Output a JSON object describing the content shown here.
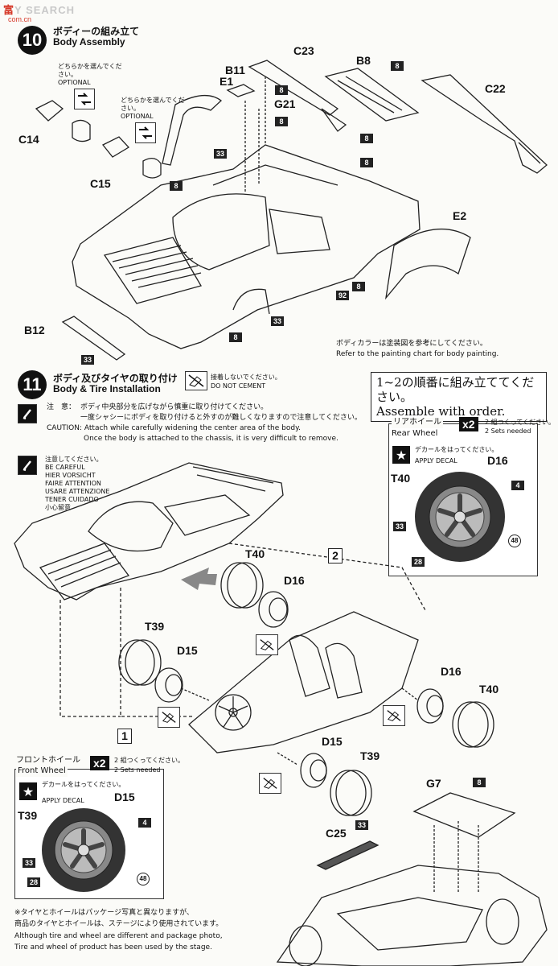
{
  "watermark": {
    "brand_a": "富",
    "brand_b": "SEARCH",
    "brand_mid": "Y",
    "domain": "com.cn"
  },
  "step10": {
    "number": "10",
    "title_jp": "ボディーの組み立て",
    "title_en": "Body Assembly",
    "optional_jp": "どちらかを選んでください。",
    "optional_en": "OPTIONAL",
    "parts": [
      "C23",
      "B8",
      "B11",
      "E1",
      "G21",
      "C22",
      "C14",
      "C15",
      "E2",
      "B12"
    ],
    "codes": [
      "8",
      "33",
      "92"
    ],
    "paint_note_jp": "ボディカラーは塗装図を参考にしてください。",
    "paint_note_en": "Refer to the painting chart for body painting."
  },
  "step11": {
    "number": "11",
    "title_jp": "ボディ及びタイヤの取り付け",
    "title_en": "Body & Tire Installation",
    "no_cement_jp": "接着しないでください。",
    "no_cement_en": "DO NOT CEMENT",
    "order_jp": "1~2の順番に組み立ててください。",
    "order_en": "Assemble with order.",
    "caution_label_jp": "注　意：",
    "caution_jp_1": "ボディ中央部分を広げながら慎重に取り付けてください。",
    "caution_jp_2": "一度シャシーにボディを取り付けると外すのが難しくなりますので注意してください。",
    "caution_en_1": "CAUTION: Attach while carefully widening the center area of the body.",
    "caution_en_2": "Once the body is attached to the chassis, it is very difficult to remove.",
    "careful_jp": "注意してください。",
    "careful_lines": [
      "BE CAREFUL",
      "HIER VORSICHT",
      "FAIRE ATTENTION",
      "USARE ATTENZIONE",
      "TENER CUIDADO",
      "小心留意"
    ],
    "parts": [
      "T40",
      "D16",
      "T39",
      "D15",
      "G7",
      "C25"
    ],
    "order_marks": [
      "1",
      "2"
    ]
  },
  "rear_wheel": {
    "title_jp": "リアホイール",
    "title_en": "Rear Wheel",
    "count": "x2",
    "sets_jp": "2 組つくってください。",
    "sets_en": "2 Sets needed",
    "decal_jp": "デカールをはってください。",
    "decal_en": "APPLY DECAL",
    "parts": [
      "T40",
      "D16"
    ],
    "codes": [
      "33",
      "4",
      "48",
      "28"
    ]
  },
  "front_wheel": {
    "title_jp": "フロントホイール",
    "title_en": "Front Wheel",
    "count": "x2",
    "sets_jp": "2 組つくってください。",
    "sets_en": "2 Sets needed",
    "decal_jp": "デカールをはってください。",
    "decal_en": "APPLY DECAL",
    "parts": [
      "T39",
      "D15"
    ],
    "codes": [
      "33",
      "4",
      "48",
      "28"
    ]
  },
  "footnote": {
    "jp_1": "※タイヤとホイールはパッケージ写真と異なりますが、",
    "jp_2": "商品のタイヤとホイールは、ステージにより使用されています。",
    "en_1": "Although tire and wheel are different and package photo,",
    "en_2": "Tire and wheel of product has been used by the stage."
  },
  "colors": {
    "ink": "#111111",
    "paper": "#fbfbf8",
    "accent": "#d63a2a"
  }
}
